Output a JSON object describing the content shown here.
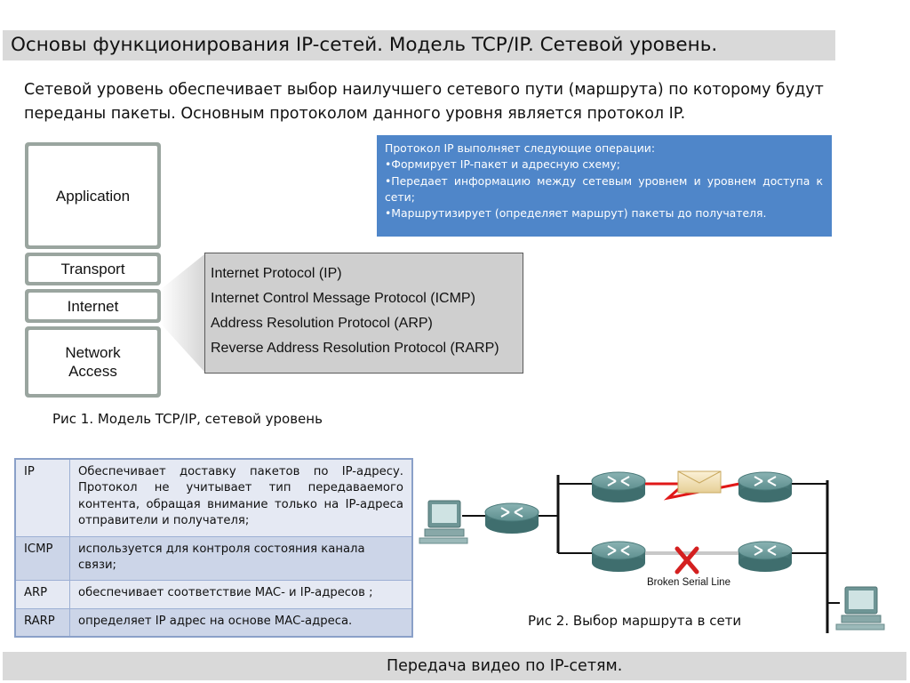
{
  "header": {
    "title": "Основы функционирования IP-сетей. Модель TCP/IP. Сетевой уровень."
  },
  "intro": {
    "text": "Сетевой уровень обеспечивает выбор наилучшего сетевого пути (маршрута) по которому будут переданы пакеты. Основным протоколом данного уровня является протокол IP."
  },
  "stack": {
    "layers": [
      "Application",
      "Transport",
      "Internet",
      "Network Access"
    ]
  },
  "ip_operations": {
    "heading": "Протокол IP выполняет следующие операции:",
    "items": [
      "•Формирует IP-пакет и адресную схему;",
      "•Передает информацию между сетевым уровнем и уровнем доступа к сети;",
      "•Маршрутизирует (определяет маршрут) пакеты до получателя."
    ]
  },
  "internet_protocols": [
    "Internet Protocol  (IP)",
    "Internet Control Message Protocol  (ICMP)",
    "Address Resolution Protocol  (ARP)",
    "Reverse Address Resolution Protocol  (RARP)"
  ],
  "fig1_caption": "Рис 1. Модель TCP/IP, сетевой уровень",
  "protocol_table": [
    {
      "name": "IP",
      "desc": "Обеспечивает доставку пакетов по IP-адресу. Протокол не учитывает тип передаваемого контента, обращая внимание только на IP-адреса отправители и получателя;"
    },
    {
      "name": "ICMP",
      "desc": "используется для контроля состояния канала связи;"
    },
    {
      "name": "ARP",
      "desc": "обеспечивает соответствие MAC- и IP-адресов ;"
    },
    {
      "name": "RARP",
      "desc": "определяет IP адрес на основе MAC-адреса."
    }
  ],
  "network": {
    "broken_label": "Broken Serial Line"
  },
  "fig2_caption": "Рис 2. Выбор маршрута в сети",
  "footer": {
    "text": "Передача видео по IP-сетям."
  },
  "colors": {
    "title_bar": "#d9d9d9",
    "info_box": "#4f86c9",
    "router": "#5a8a8a",
    "active_link": "#e01818"
  }
}
